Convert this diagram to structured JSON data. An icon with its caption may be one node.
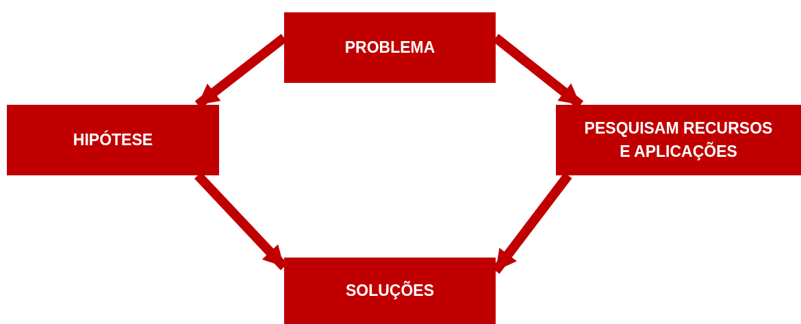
{
  "diagram": {
    "nodes": [
      {
        "text": [
          "PROBLEMA"
        ]
      },
      {
        "text": [
          "HIPÓTESE"
        ]
      },
      {
        "text": [
          "PESQUISAM RECURSOS E APLICAÇÕES"
        ]
      },
      {
        "text": [
          "SOLUÇÕES"
        ]
      }
    ],
    "edges": [
      {
        "from": 0,
        "to": 1,
        "arrow": "to"
      },
      {
        "from": 0,
        "to": 2,
        "arrow": "to"
      },
      {
        "from": 1,
        "to": 3,
        "arrow": "to"
      },
      {
        "from": 2,
        "to": 3,
        "arrow": "to"
      }
    ]
  }
}
